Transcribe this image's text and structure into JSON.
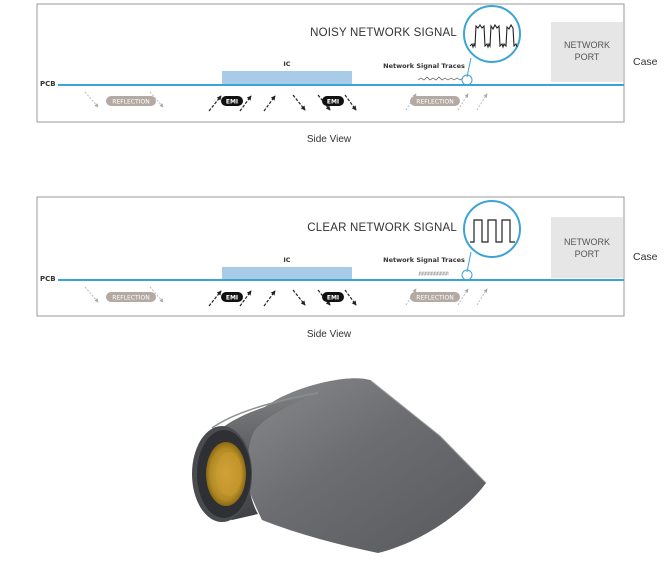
{
  "colors": {
    "trace": "#3ba3d6",
    "ic_fill": "#a8cce8",
    "port_fill": "#e6e6e6",
    "reflection_badge": "#b3aaa4",
    "emi_badge": "#111111",
    "roll_core": "#c9a132",
    "tape_gray": "#6f7072"
  },
  "diagrams": [
    {
      "signal_title": "NOISY NETWORK SIGNAL",
      "signal_shape": "noisy-square-wave",
      "ic_label": "IC",
      "traces_label": "Network Signal Traces",
      "port_label_line1": "NETWORK",
      "port_label_line2": "PORT",
      "case_label": "Case",
      "pcb_label": "PCB",
      "reflection_label": "REFLECTION",
      "emi_label": "EMI",
      "caption": "Side View"
    },
    {
      "signal_title": "CLEAR NETWORK SIGNAL",
      "signal_shape": "clean-square-wave",
      "ic_label": "IC",
      "traces_label": "Network Signal Traces",
      "port_label_line1": "NETWORK",
      "port_label_line2": "PORT",
      "case_label": "Case",
      "pcb_label": "PCB",
      "reflection_label": "REFLECTION",
      "emi_label": "EMI",
      "caption": "Side View"
    }
  ],
  "product": {
    "icon": "shielding-tape-roll"
  }
}
